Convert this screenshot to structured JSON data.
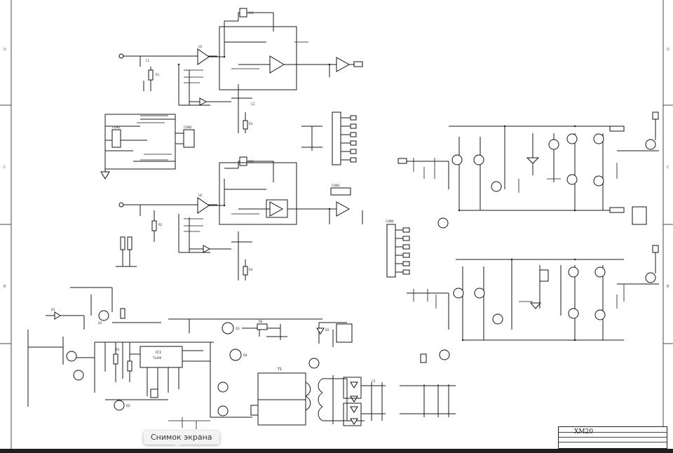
{
  "tooltip": {
    "text": "Снимок экрана"
  },
  "title_block": {
    "title": "XM20"
  },
  "border_zones": {
    "left": [
      "D",
      "C",
      "B"
    ],
    "right": [
      "D",
      "C",
      "B"
    ]
  },
  "labels": {
    "ic1": "IC1",
    "ic1_part": "TL494",
    "q1": "Q1",
    "q2": "Q2",
    "q3": "Q3",
    "q4": "Q4",
    "d1": "D1",
    "d2": "D2",
    "t1": "T1",
    "c1": "C1",
    "c2": "C2",
    "c3": "C3",
    "r1": "R1",
    "r2": "R2",
    "r3": "R3",
    "r4": "R4",
    "r5": "R5",
    "r6": "R6",
    "u1": "U1",
    "u2": "U2",
    "con1": "CON1",
    "con2": "CON2",
    "con3": "CON3",
    "con4": "CON4",
    "vr1": "VR1",
    "vr2": "VR2"
  }
}
